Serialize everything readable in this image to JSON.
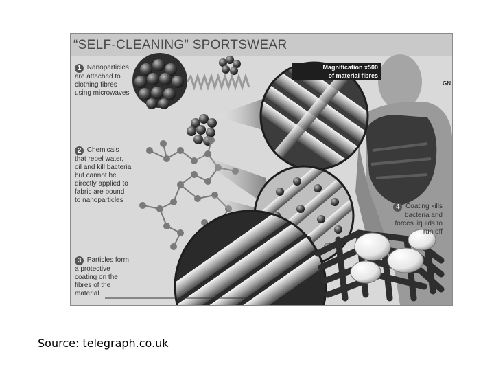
{
  "figure": {
    "title": "“SELF-CLEANING” SPORTSWEAR",
    "magnification_label": [
      "Magnification x500",
      "of material fibres"
    ],
    "corner_mark": "GN",
    "steps": [
      {
        "number": "1",
        "lines": [
          "Nanoparticles",
          "are attached to",
          "clothing fibres",
          "using microwaves"
        ]
      },
      {
        "number": "2",
        "lines": [
          "Chemicals",
          "that repel water,",
          "oil and kill bacteria",
          "but cannot be",
          "directly applied to",
          "fabric are bound",
          "to nanoparticles"
        ]
      },
      {
        "number": "3",
        "lines": [
          "Particles form",
          "a protective",
          "coating on the",
          "fibres of the",
          "material"
        ]
      },
      {
        "number": "4",
        "lines": [
          "Coating kills",
          "bacteria and",
          "forces liquids to",
          "run off"
        ]
      }
    ],
    "colors": {
      "panel": "#d9d9d9",
      "dark": "#1e1e1e",
      "mid": "#6e6e6e",
      "light": "#f2f2f2"
    }
  },
  "caption": "Source: telegraph.co.uk"
}
